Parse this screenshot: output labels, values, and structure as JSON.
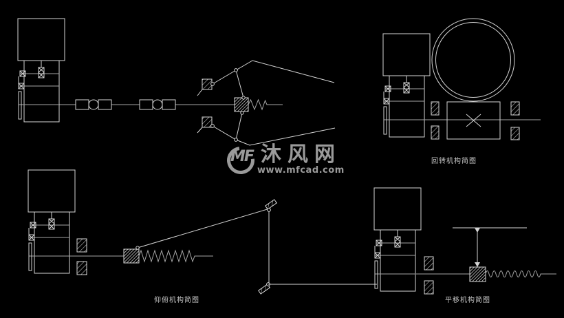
{
  "page": {
    "background": "#000000",
    "line_color": "#d6d6d6",
    "centerline_color": "#a6a6a6",
    "label_color": "#c8c8c8",
    "watermark_color": "#9a9a9a"
  },
  "diagram_labels": {
    "rotation": "回转机构简图",
    "pitch": "仰俯机构简图",
    "translation": "平移机构简图"
  },
  "watermark": {
    "logo_text": "MF",
    "site_name": "沐风网",
    "url": "www.mfcad.com"
  }
}
